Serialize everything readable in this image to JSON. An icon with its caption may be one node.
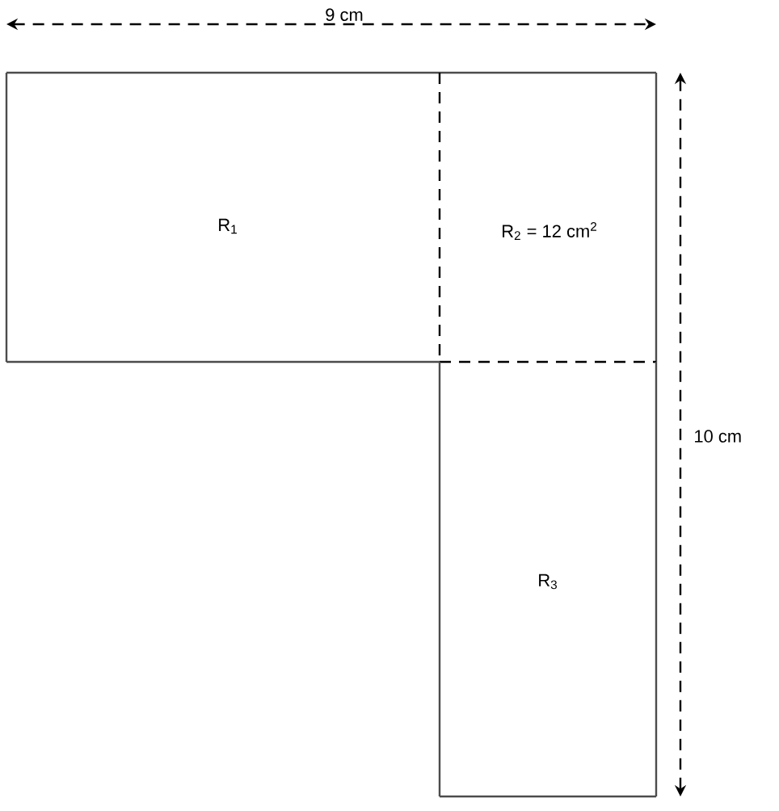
{
  "diagram": {
    "nodes": [
      {
        "text": [
          "R$_{1}$"
        ]
      },
      {
        "text": [
          "R$_{2}$ = 12  cm$^{2}$"
        ]
      },
      {
        "text": [
          "R$_{3}$"
        ]
      }
    ],
    "labels": [
      "9 cm",
      "10 cm"
    ]
  }
}
